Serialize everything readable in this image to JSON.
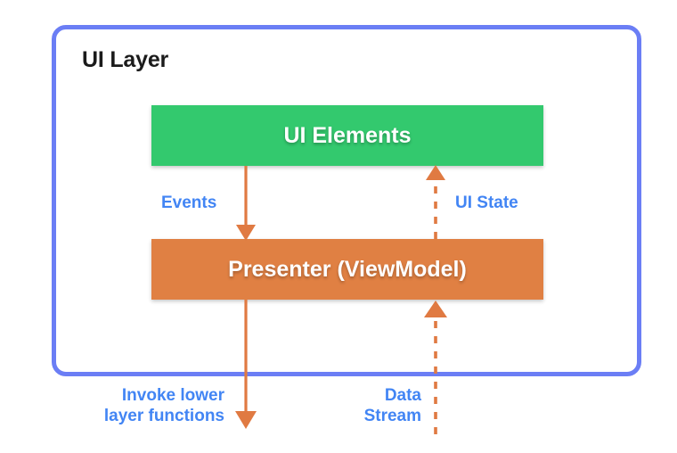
{
  "diagram": {
    "title": "UI Layer",
    "type": "architecture-layer-diagram",
    "colors": {
      "container_border": "#6b7ef5",
      "ui_elements_box": "#33c96e",
      "presenter_box": "#e08043",
      "label_text": "#4285f4",
      "arrow": "#e07a42",
      "background": "#ffffff",
      "title_text": "#1b1b1b"
    },
    "nodes": [
      {
        "id": "ui-elements",
        "label": "UI Elements",
        "color": "#33c96e"
      },
      {
        "id": "presenter",
        "label": "Presenter (ViewModel)",
        "color": "#e08043"
      }
    ],
    "edges": [
      {
        "id": "events",
        "label": "Events",
        "from": "ui-elements",
        "to": "presenter",
        "style": "solid",
        "direction": "down"
      },
      {
        "id": "ui-state",
        "label": "UI State",
        "from": "presenter",
        "to": "ui-elements",
        "style": "dashed",
        "direction": "up"
      },
      {
        "id": "invoke-lower-layer",
        "label": "Invoke lower\nlayer functions",
        "from": "presenter",
        "to": "lower-layer",
        "style": "solid",
        "direction": "down"
      },
      {
        "id": "data-stream",
        "label": "Data\nStream",
        "from": "lower-layer",
        "to": "presenter",
        "style": "dashed",
        "direction": "up"
      }
    ]
  }
}
